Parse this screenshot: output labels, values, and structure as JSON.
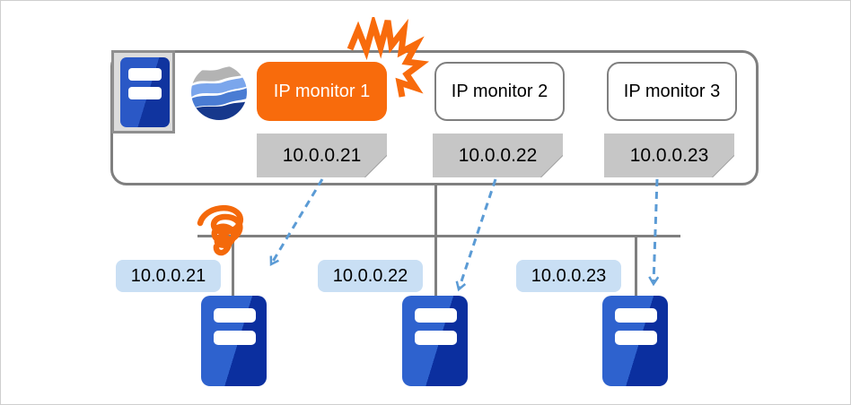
{
  "appliance": {
    "monitors": [
      {
        "label": "IP monitor 1",
        "ip": "10.0.0.21",
        "state": "alert"
      },
      {
        "label": "IP monitor 2",
        "ip": "10.0.0.22",
        "state": "normal"
      },
      {
        "label": "IP monitor 3",
        "ip": "10.0.0.23",
        "state": "normal"
      }
    ]
  },
  "network": {
    "servers": [
      {
        "ip": "10.0.0.21"
      },
      {
        "ip": "10.0.0.22"
      },
      {
        "ip": "10.0.0.23"
      }
    ]
  },
  "icons": {
    "appliance_unit": "server-icon",
    "logo": "globe-wave-icon",
    "alert": "burst-icon",
    "link_fault": "coil-scribble-icon",
    "target_server": "server-icon",
    "probe_arrow": "dashed-arrow-icon"
  },
  "colors": {
    "alert_orange": "#F86B0C",
    "tag_gray": "#C6C6C6",
    "tag_fold_gray": "#8E8E8E",
    "ip_label_blue": "#C9DFF4",
    "arrow_blue": "#5B9BD5",
    "line_gray": "#7F7F7F",
    "server_blue_light": "#2E62CE",
    "server_blue_dark": "#0B2F9F",
    "globe_gray": "#B3B3B3",
    "globe_blue_light": "#7BA6EC",
    "globe_blue_mid": "#4A7CD3",
    "globe_blue_dark": "#16388C"
  }
}
